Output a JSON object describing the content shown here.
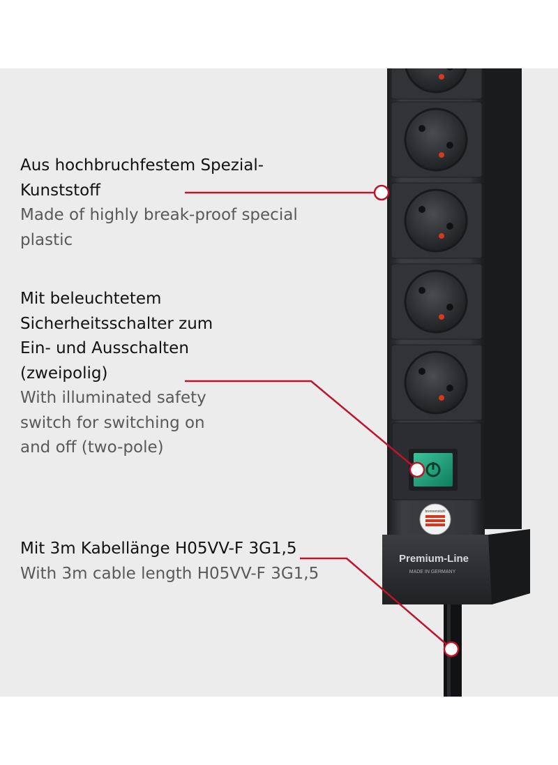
{
  "features": [
    {
      "de": "Aus hochbruchfestem Spezial-\nKunststoff",
      "en": "Made of highly break-proof special\nplastic"
    },
    {
      "de": "Mit beleuchtetem\nSicherheitsschalter zum\nEin- und Ausschalten\n(zweipolig)",
      "en": "With illuminated safety\nswitch for switching on\nand off (two-pole)"
    },
    {
      "de": "Mit 3m Kabellänge H05VV-F 3G1,5",
      "en": "With 3m cable length H05VV-F 3G1,5"
    }
  ],
  "product": {
    "brand": "brennenstuhl",
    "series": "Premium-Line",
    "origin": "MADE IN GERMANY"
  },
  "colors": {
    "callout": "#c0132a",
    "background": "#ececec",
    "body": "#2d2f31",
    "switch": "#1ea37c"
  }
}
